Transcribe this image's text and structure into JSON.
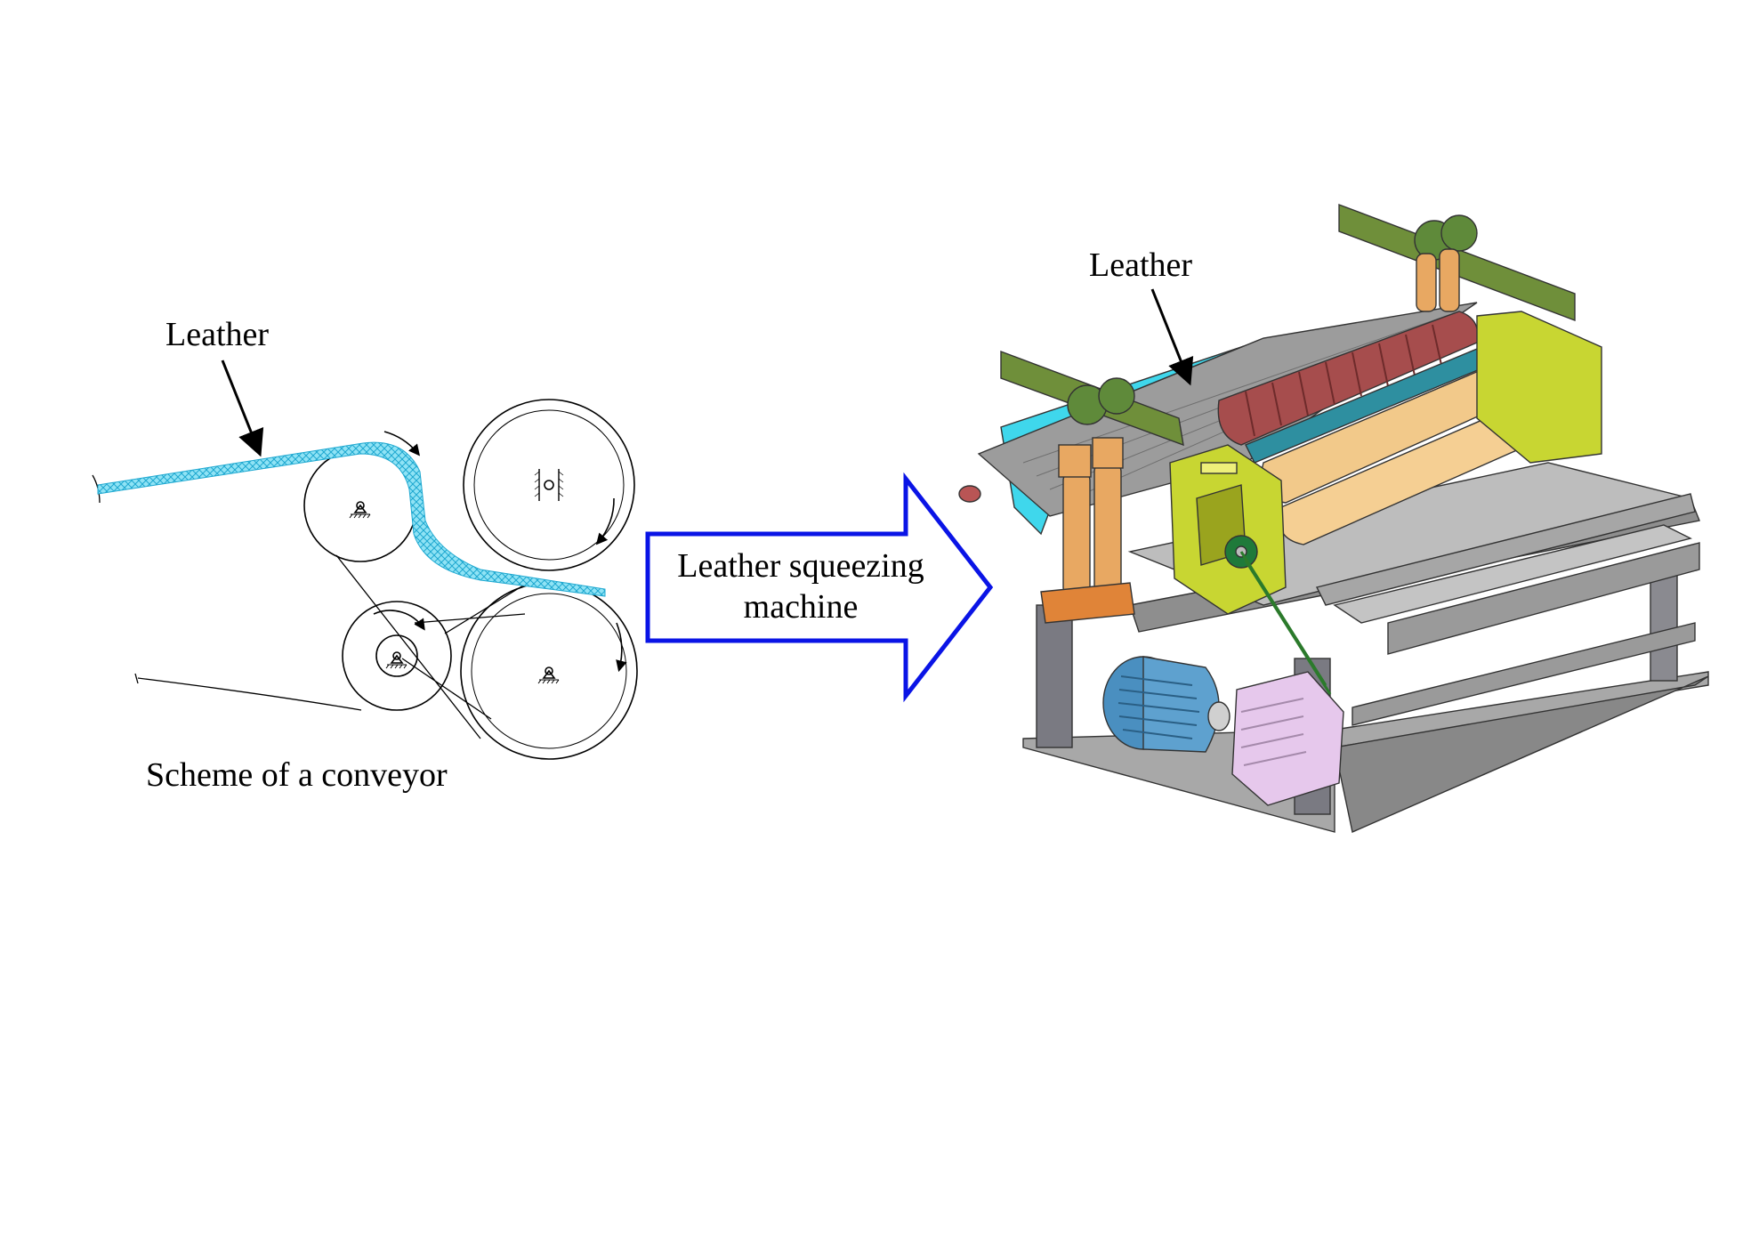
{
  "scheme": {
    "leather_label": "Leather",
    "caption": "Scheme of a conveyor"
  },
  "arrow": {
    "line1": "Leather squeezing",
    "line2": "machine",
    "stroke_color": "#0a14e6"
  },
  "machine": {
    "leather_label": "Leather"
  },
  "colors": {
    "leather": "#33ccee",
    "frame_gray": "#9a9a9a",
    "lever_green": "#6f8f3a",
    "housing_yellow": "#c8d632",
    "roller_cream": "#f2c98a",
    "roller_red": "#a64d4d",
    "cylinder_orange": "#e8a862",
    "motor_blue": "#4a8fc0",
    "gearbox_pink": "#e6c8ec"
  }
}
